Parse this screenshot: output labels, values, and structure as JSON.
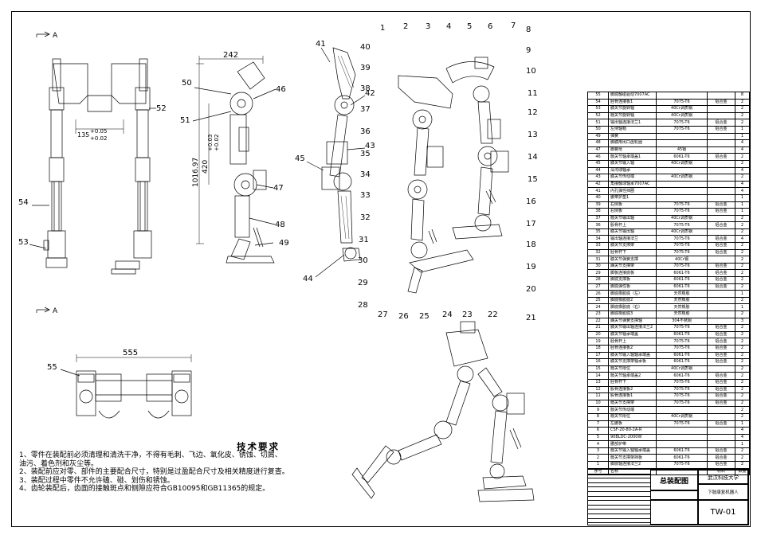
{
  "section_marks": [
    "A",
    "A"
  ],
  "dimensions": {
    "width_top": "242",
    "tol_135": "135",
    "tol_135_upper": "+0.05",
    "tol_135_lower": "+0.02",
    "height_1016": "1016.97",
    "height_420": "420",
    "height_420_upper": "+0.03",
    "height_420_lower": "+0.02",
    "width_bottom": "555"
  },
  "callouts": {
    "front": [
      "52",
      "54",
      "53"
    ],
    "side": [
      "50",
      "51",
      "46",
      "47",
      "48",
      "49"
    ],
    "section": [
      "41",
      "42",
      "43",
      "45",
      "44"
    ],
    "iso": [
      "1",
      "2",
      "3",
      "4",
      "5",
      "6",
      "7",
      "8",
      "9",
      "10",
      "11",
      "12",
      "13",
      "14",
      "15",
      "16",
      "17",
      "18",
      "19",
      "20",
      "21",
      "22",
      "23",
      "24",
      "25",
      "26",
      "27",
      "28",
      "29",
      "30",
      "31",
      "32",
      "33",
      "34",
      "35",
      "36",
      "37",
      "38",
      "39",
      "40"
    ],
    "top": [
      "55"
    ]
  },
  "requirements": {
    "heading": "技术要求",
    "lines": [
      "1、零件在装配前必须清理和清洗干净，不得有毛刺、飞边、氧化皮、锈蚀、切屑、",
      "油污、着色剂和灰尘等。",
      "2、装配前应对零、部件的主要配合尺寸，特别是过盈配合尺寸及相关精度进行复查。",
      "3、装配过程中零件不允许磕、碰、划伤和锈蚀。",
      "4、齿轮装配后，齿面的接触斑点和侧隙应符合GB10095和GB11365的规定。"
    ]
  },
  "bom": {
    "rows": [
      [
        "55",
        "脚底触碰驱动7007AC",
        "",
        "",
        "8"
      ],
      [
        "54",
        "胫骨连接板1",
        "7075-T6",
        "铝合金",
        "2"
      ],
      [
        "53",
        "膝关节旋转轴",
        "40Cr调质钢",
        "",
        "2"
      ],
      [
        "52",
        "髋关节旋转轴",
        "40Cr调质钢",
        "",
        "2"
      ],
      [
        "51",
        "输出轴连接法兰1",
        "7075-T6",
        "铝合金",
        "2"
      ],
      [
        "50",
        "左侍轴帽",
        "7075-T6",
        "铝合金",
        "1"
      ],
      [
        "49",
        "弹簧",
        "",
        "",
        "1"
      ],
      [
        "48",
        "脚膝用出口齿轮圈",
        "",
        "",
        "4"
      ],
      [
        "47",
        "脚螺母",
        "45钢",
        "",
        "4"
      ],
      [
        "46",
        "髋关节轴承端盖1",
        "6061-T6",
        "铝合金",
        "2"
      ],
      [
        "45",
        "膝关节输入轴",
        "40Cr调质钢",
        "",
        "2"
      ],
      [
        "44",
        "深沟球轴承",
        "",
        "",
        "4"
      ],
      [
        "43",
        "膝关节传动端",
        "40Cr调质钢",
        "",
        "2"
      ],
      [
        "42",
        "角接触球轴承7007AC",
        "",
        "",
        "4"
      ],
      [
        "41",
        "内孔弹性挡圈",
        "",
        "",
        "4"
      ],
      [
        "40",
        "腰带护垫1",
        "",
        "",
        "1"
      ],
      [
        "39",
        "右侧板",
        "7075-T6",
        "铝合金",
        "1"
      ],
      [
        "38",
        "右侧板",
        "7075-T6",
        "铝合金",
        "1"
      ],
      [
        "37",
        "髋关节输出轴",
        "40Cr调质钢",
        "",
        "2"
      ],
      [
        "36",
        "股骨杆上",
        "7075-T6",
        "铝合金",
        "2"
      ],
      [
        "35",
        "膝关节输出轴",
        "40Cr调质钢",
        "",
        "2"
      ],
      [
        "34",
        "输出轴连接法兰",
        "7075-T6",
        "铝合金",
        "4"
      ],
      [
        "33",
        "膝关节支撑架",
        "7075-T6",
        "铝合金",
        "2"
      ],
      [
        "32",
        "胫骨杆下",
        "7075-T6",
        "铝合金",
        "2"
      ],
      [
        "31",
        "膝关节弹簧支撑",
        "40Cr钢",
        "",
        "2"
      ],
      [
        "30",
        "踝关节支撑架",
        "7075-T6",
        "铝合金",
        "2"
      ],
      [
        "29",
        "脚板连接底板",
        "6061-T6",
        "铝合金",
        "2"
      ],
      [
        "28",
        "脚底支撑板",
        "6061-T6",
        "铝合金",
        "2"
      ],
      [
        "27",
        "脚底弹性板",
        "6061-T6",
        "铝合金",
        "2"
      ],
      [
        "26",
        "脚底橡胶底（左）",
        "天然橡胶",
        "",
        "1"
      ],
      [
        "25",
        "脚底橡胶底2",
        "天然橡胶",
        "",
        "2"
      ],
      [
        "24",
        "脚底橡胶底（右）",
        "天然橡胶",
        "",
        "1"
      ],
      [
        "23",
        "脚底橡胶底3",
        "天然橡胶",
        "",
        "2"
      ],
      [
        "22",
        "踝关节弹簧支撑轴",
        "304不锈钢",
        "",
        "3"
      ],
      [
        "21",
        "膝关节输出轴连接法兰2",
        "7075-T6",
        "铝合金",
        "2"
      ],
      [
        "20",
        "膝关节轴承端盖",
        "6061-T6",
        "铝合金",
        "2"
      ],
      [
        "19",
        "胫骨杆上",
        "7075-T6",
        "铝合金",
        "2"
      ],
      [
        "18",
        "胫骨连接板2",
        "7075-T6",
        "铝合金",
        "2"
      ],
      [
        "17",
        "膝关节输入轴轴承端盖",
        "6061-T6",
        "铝合金",
        "2"
      ],
      [
        "16",
        "膝关节支撑架轴承板",
        "6061-T6",
        "铝合金",
        "2"
      ],
      [
        "15",
        "髋关节限位",
        "40Cr调质钢",
        "",
        "2"
      ],
      [
        "14",
        "髋关节轴承端盖2",
        "6061-T6",
        "铝合金",
        "2"
      ],
      [
        "13",
        "胫骨杆下",
        "7075-T6",
        "铝合金",
        "2"
      ],
      [
        "12",
        "股骨连接板2",
        "7075-T6",
        "铝合金",
        "2"
      ],
      [
        "11",
        "股骨连接板1",
        "7075-T6",
        "铝合金",
        "2"
      ],
      [
        "10",
        "髋关节支撑架",
        "7075-T6",
        "铝合金",
        "2"
      ],
      [
        "9",
        "髋关节传动端",
        "",
        "",
        "2"
      ],
      [
        "8",
        "髋关节限位",
        "40Cr调质钢",
        "",
        "2"
      ],
      [
        "7",
        "左腰板",
        "7075-T6",
        "铝合金",
        "1"
      ],
      [
        "6",
        "CSF-20-80-2A-R",
        "",
        "",
        "4"
      ],
      [
        "5",
        "90BLDC-2000W",
        "",
        "",
        "4"
      ],
      [
        "4",
        "腰部护带",
        "",
        "",
        "1"
      ],
      [
        "3",
        "髋关节输入轴轴承端盖",
        "6061-T6",
        "铝合金",
        "2"
      ],
      [
        "2",
        "髋关节支撑架挡板",
        "6061-T6",
        "铝合金",
        "2"
      ],
      [
        "1",
        "脚底轴连接法兰2",
        "7075-T6",
        "铝合金",
        "2"
      ]
    ],
    "footer": [
      "序号",
      "名称",
      "",
      "材料",
      "数量"
    ]
  },
  "title_block": {
    "drawing_title": "总装配图",
    "university": "武汉科技大学",
    "product": "下肢康复机器人",
    "drawing_no": "TW-01"
  },
  "colors": {
    "line": "#000000",
    "paper": "#ffffff"
  }
}
